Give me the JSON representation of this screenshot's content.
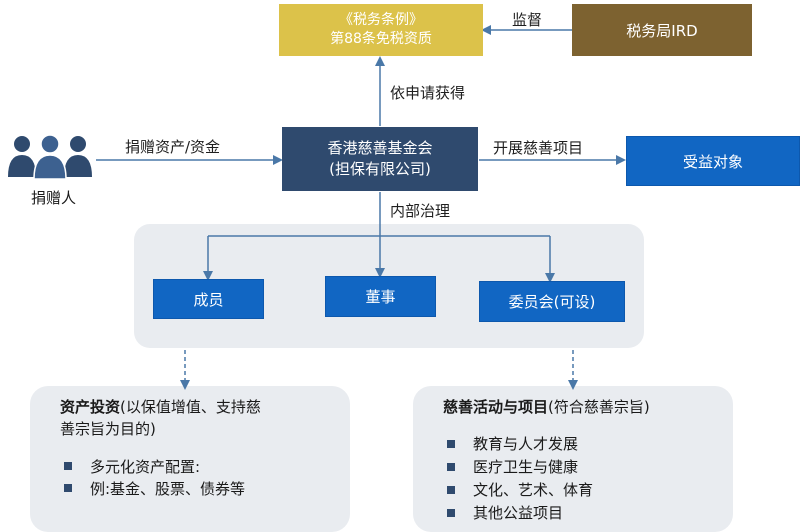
{
  "nodes": {
    "ordinance_line1": "《税务条例》",
    "ordinance_line2": "第88条免税资质",
    "ird": "税务局IRD",
    "foundation_line1": "香港慈善基金会",
    "foundation_line2": "(担保有限公司)",
    "beneficiaries": "受益对象",
    "donor": "捐赠人",
    "members": "成员",
    "directors": "董事",
    "committee": "委员会(可设)"
  },
  "edges": {
    "supervise": "监督",
    "apply_obtain": "依申请获得",
    "donate": "捐赠资产/资金",
    "carry_out": "开展慈善项目",
    "governance": "内部治理"
  },
  "investment": {
    "title_bold": "资产投资",
    "title_rest_1": "(以保值增值、支持慈",
    "title_rest_2": "善宗旨为目的)",
    "items": [
      "多元化资产配置:",
      "例:基金、股票、债券等"
    ]
  },
  "activities": {
    "title_bold": "慈善活动与项目",
    "title_rest": "(符合慈善宗旨)",
    "items": [
      "教育与人才发展",
      "医疗卫生与健康",
      "文化、艺术、体育",
      "其他公益项目"
    ]
  },
  "colors": {
    "gold": "#dcc24a",
    "brown": "#7d6230",
    "navy": "#2f4a6e",
    "blue": "#1166c3",
    "panel": "#e9ecf0",
    "arrow": "#4a78a8"
  },
  "icons": {
    "donor": "people-group-icon"
  }
}
